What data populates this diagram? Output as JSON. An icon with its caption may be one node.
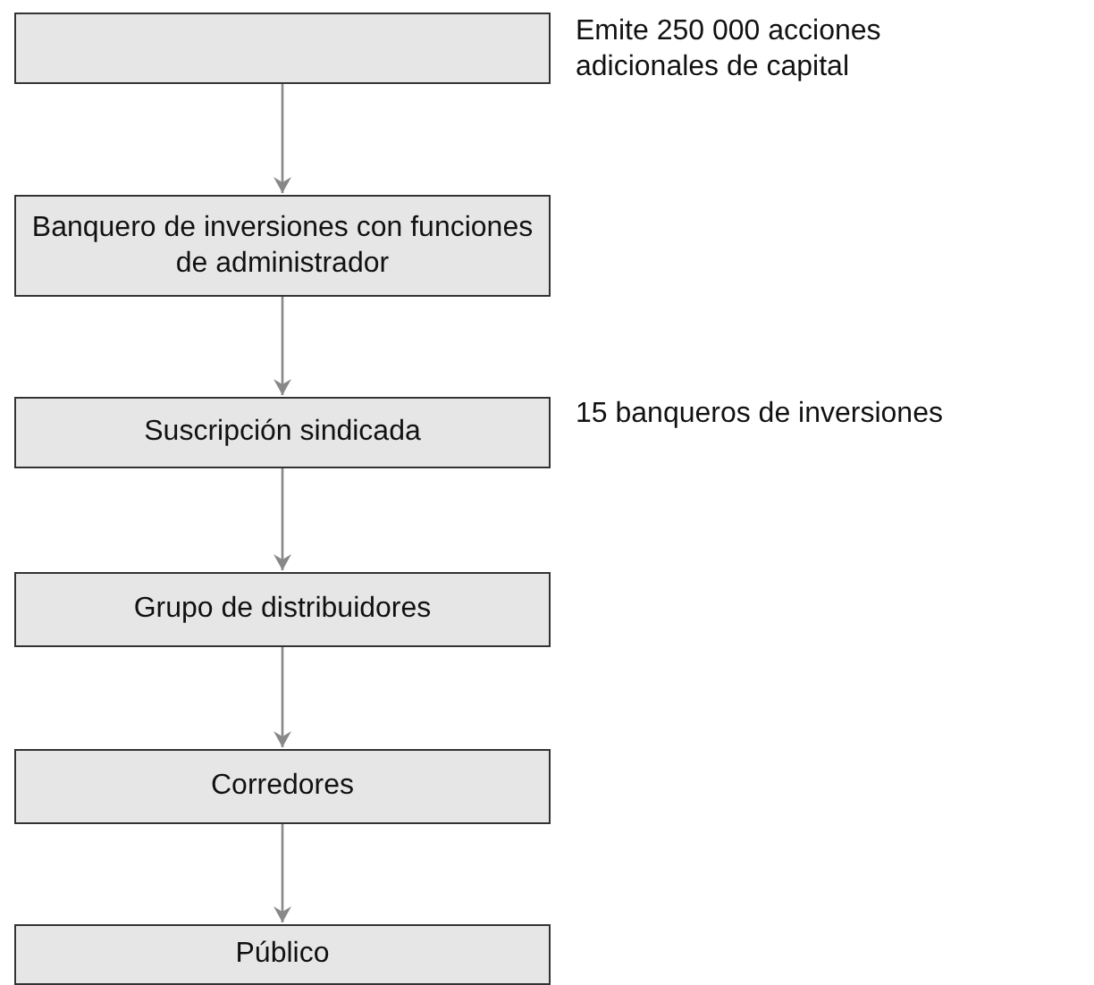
{
  "diagram": {
    "nodes": [
      {
        "text": [],
        "shape": "box",
        "beside": [
          "Emite 250 000 acciones adicionales de capital"
        ]
      },
      {
        "text": [
          "Banquero de inversiones con funciones de administrador"
        ]
      },
      {
        "text": [
          "Suscripción sindicada"
        ],
        "beside": [
          "15 banqueros de inversiones"
        ]
      },
      {
        "text": [
          "Grupo de distribuidores"
        ]
      },
      {
        "text": [
          "Corredores"
        ]
      },
      {
        "text": [
          "Público"
        ]
      }
    ],
    "edges": [
      {
        "from": 0,
        "to": 1,
        "arrow": "to"
      },
      {
        "from": 1,
        "to": 2,
        "arrow": "to"
      },
      {
        "from": 2,
        "to": 3,
        "arrow": "to"
      },
      {
        "from": 3,
        "to": 4,
        "arrow": "to"
      },
      {
        "from": 4,
        "to": 5,
        "arrow": "to"
      }
    ]
  }
}
